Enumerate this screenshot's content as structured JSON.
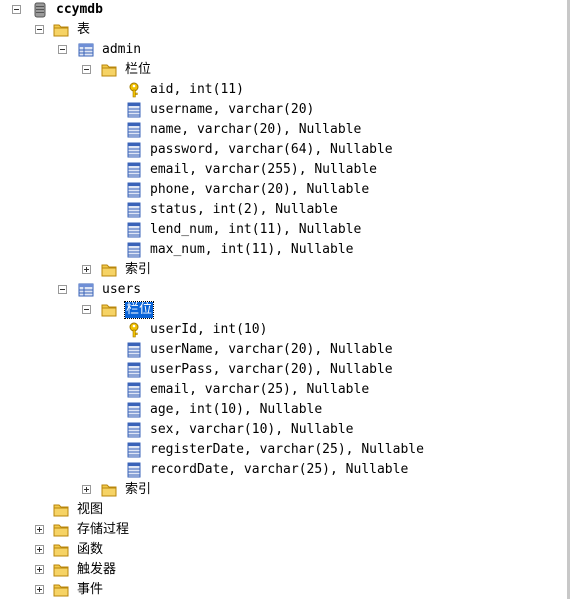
{
  "tree": {
    "db": "ccymdb",
    "tables_folder": "表",
    "admin": {
      "name": "admin",
      "columns_folder": "栏位",
      "columns": [
        "aid, int(11)",
        "username, varchar(20)",
        "name, varchar(20), Nullable",
        "password, varchar(64), Nullable",
        "email, varchar(255), Nullable",
        "phone, varchar(20), Nullable",
        "status, int(2), Nullable",
        "lend_num, int(11), Nullable",
        "max_num, int(11), Nullable"
      ],
      "index_folder": "索引"
    },
    "users": {
      "name": "users",
      "columns_folder": "栏位",
      "columns": [
        "userId, int(10)",
        "userName, varchar(20), Nullable",
        "userPass, varchar(20), Nullable",
        "email, varchar(25), Nullable",
        "age, int(10), Nullable",
        "sex, varchar(10), Nullable",
        "registerDate, varchar(25), Nullable",
        "recordDate, varchar(25), Nullable"
      ],
      "index_folder": "索引"
    },
    "views_folder": "视图",
    "procs_folder": "存储过程",
    "funcs_folder": "函数",
    "triggers_folder": "触发器",
    "events_folder": "事件"
  },
  "colors": {
    "selection": "#0a64d8",
    "folder": "#f2c94c",
    "key": "#e8b800",
    "column_icon": "#3a63b8"
  }
}
